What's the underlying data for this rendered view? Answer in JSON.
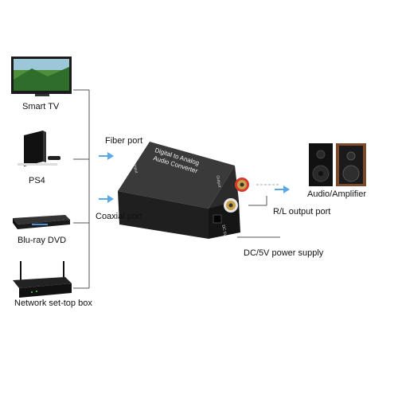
{
  "sources": [
    {
      "id": "smart-tv",
      "label": "Smart TV",
      "icon": "smart-tv-icon"
    },
    {
      "id": "ps4",
      "label": "PS4",
      "icon": "game-console-icon"
    },
    {
      "id": "bluray",
      "label": "Blu-ray DVD",
      "icon": "bluray-player-icon"
    },
    {
      "id": "settop",
      "label": "Network set-top box",
      "icon": "router-icon"
    }
  ],
  "ports": {
    "fiber": "Fiber port",
    "coaxial": "Coaxial port",
    "rl_output": "R/L output port",
    "power": "DC/5V power supply"
  },
  "converter": {
    "title_line1": "Digital to Analog",
    "title_line2": "Audio Converter",
    "input_label": "Input",
    "output_label": "Output",
    "dc_label": "DC 5V"
  },
  "output_device": {
    "label": "Audio/Amplifier",
    "icon": "speakers-icon"
  },
  "colors": {
    "arrow": "#5aa9e6",
    "line": "#555555",
    "converter_body": "#2a2a2a",
    "rca_gold": "#c9a24a",
    "rca_red": "#d43a2f"
  }
}
